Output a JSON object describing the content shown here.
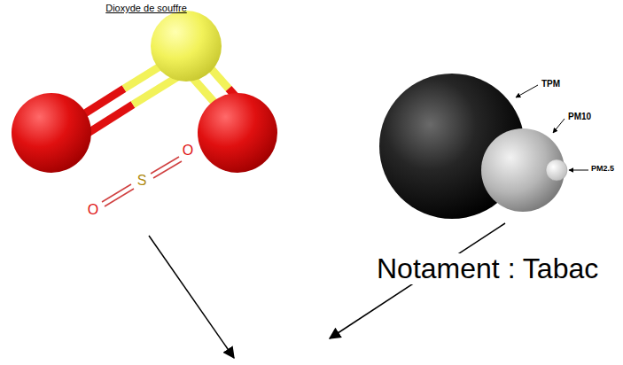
{
  "diagram": {
    "labels": [
      "Dioxyde de souffre",
      "O",
      "S",
      "O",
      "TPM",
      "PM10",
      "PM2.5",
      "Notament : Tabac"
    ]
  }
}
